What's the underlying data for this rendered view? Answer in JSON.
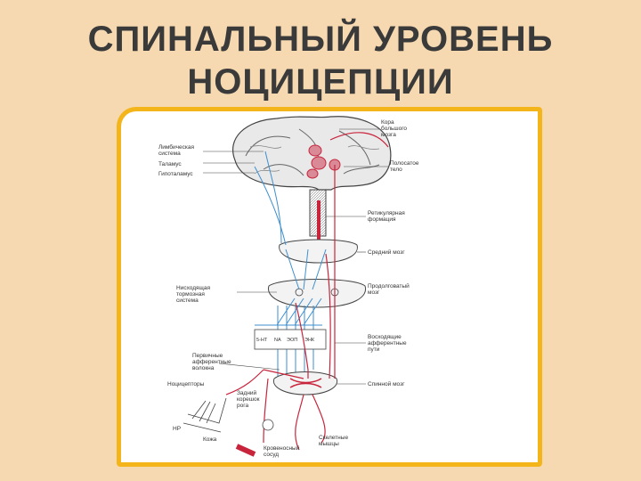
{
  "title": {
    "line1": "СПИНАЛЬНЫЙ УРОВЕНЬ",
    "line2": "НОЦИЦЕПЦИИ"
  },
  "diagram": {
    "labels": {
      "cortex": [
        "Кора",
        "большого",
        "мозга"
      ],
      "limbic": [
        "Лимбическая",
        "система"
      ],
      "thalamus": "Таламус",
      "hypothalamus": "Гипоталамус",
      "striatum": [
        "Полосатое",
        "тело"
      ],
      "reticular": [
        "Ретикулярная",
        "формация"
      ],
      "midbrain": "Средний мозг",
      "medulla": [
        "Продолговатый",
        "мозг"
      ],
      "descending": [
        "Нисходящая",
        "тормозная",
        "система"
      ],
      "ascending": [
        "Восходящие",
        "афферентные",
        "пути"
      ],
      "primary_afferent": [
        "Первичные",
        "афферентные",
        "волокна"
      ],
      "spinal": "Спинной мозг",
      "nociceptors": "Ноцицепторы",
      "dorsal_root": [
        "Задний",
        "корешок",
        "рога"
      ],
      "hp": "НР",
      "skin": "Кожа",
      "blood_vessel": [
        "Кровеносный",
        "сосуд"
      ],
      "skeletal_muscle": [
        "Скелетные",
        "мышцы"
      ]
    },
    "neuro_labels": [
      "5-НТ",
      "NA",
      "ЭОП",
      "ЭНК"
    ],
    "colors": {
      "pain_path": "#c8253d",
      "descending_path": "#3e8fcf",
      "structure_outline": "#444444",
      "brain_shading": "#8a8a8a"
    }
  }
}
